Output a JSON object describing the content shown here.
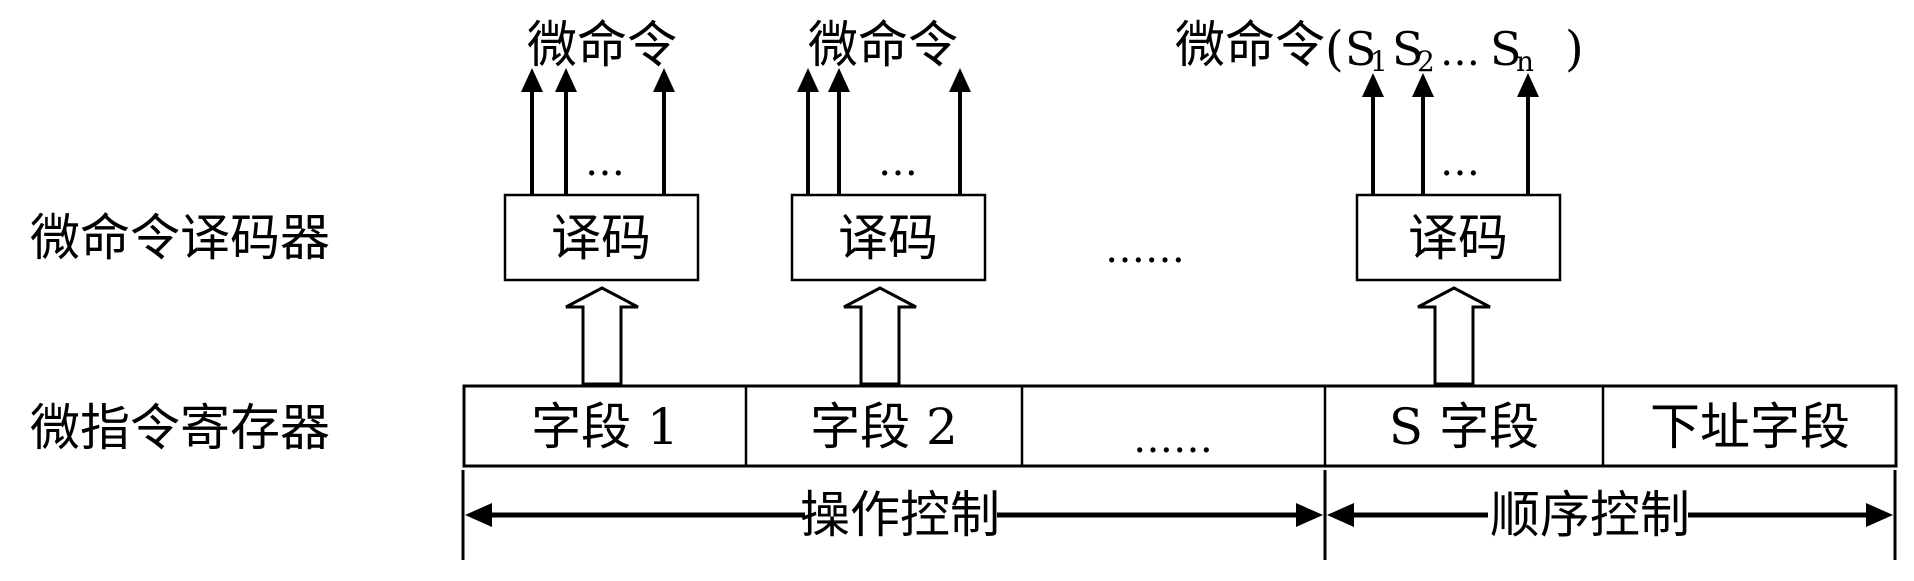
{
  "labels": {
    "decoder_row": "微命令译码器",
    "register_row": "微指令寄存器"
  },
  "decoders": [
    {
      "label": "译码",
      "output": "微命令",
      "dots": "…"
    },
    {
      "label": "译码",
      "output": "微命令",
      "dots": "…"
    },
    {
      "label": "译码",
      "output": "微命令",
      "dots": "…"
    }
  ],
  "signals": {
    "open": "(",
    "s1": "S",
    "s1_sub": "1",
    "s2": "S",
    "s2_sub": "2",
    "ellipsis": "…",
    "sn": "S",
    "sn_sub": "n",
    "close": ")"
  },
  "middle_ellipsis": "……",
  "fields": [
    {
      "label": "字段 1"
    },
    {
      "label": "字段 2"
    },
    {
      "label": "……"
    },
    {
      "label": "S 字段"
    },
    {
      "label": "下址字段"
    }
  ],
  "spans": {
    "operation_control": "操作控制",
    "sequence_control": "顺序控制"
  },
  "style": {
    "line_color": "#000000",
    "background": "#ffffff"
  }
}
